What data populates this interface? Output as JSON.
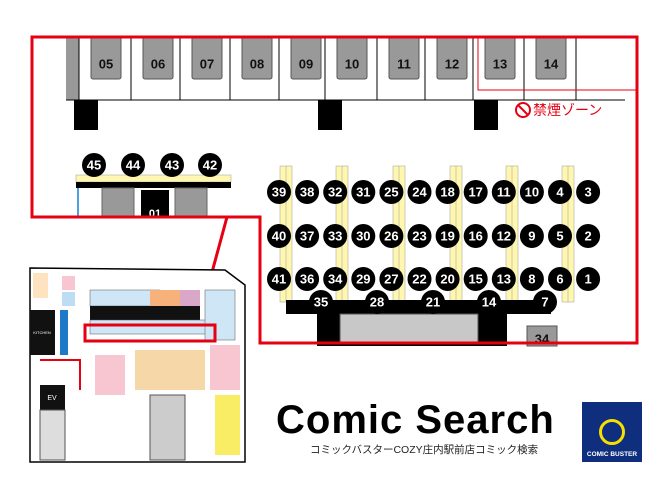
{
  "map": {
    "top_booths": [
      "05",
      "06",
      "07",
      "08",
      "09",
      "10",
      "11",
      "12",
      "13",
      "14"
    ],
    "front_seats": [
      "45",
      "44",
      "43",
      "42"
    ],
    "seat_rows": [
      [
        "39",
        "38",
        "32",
        "31",
        "25",
        "24",
        "18",
        "17",
        "11",
        "10",
        "4",
        "3"
      ],
      [
        "40",
        "37",
        "33",
        "30",
        "26",
        "23",
        "19",
        "16",
        "12",
        "9",
        "5",
        "2"
      ],
      [
        "41",
        "36",
        "34",
        "29",
        "27",
        "22",
        "20",
        "15",
        "13",
        "8",
        "6",
        "1"
      ]
    ],
    "bottom_seats": [
      "35",
      "28",
      "21",
      "14",
      "7"
    ],
    "partial_booth": "01",
    "side_booth": "34",
    "smoking_zone_label": "禁煙ゾーン",
    "inset": {
      "kitchen_label": "KITCHEN",
      "ev_label": "EV"
    }
  },
  "branding": {
    "title": "Comic Search",
    "subtitle": "コミックバスターCOZY庄内駅前店コミック検索",
    "logo_text": "COMIC BUSTER"
  },
  "colors": {
    "accent_red": "#e60012",
    "shelf_yellow": "#fff7b0",
    "logo_blue": "#0f2f7e"
  }
}
